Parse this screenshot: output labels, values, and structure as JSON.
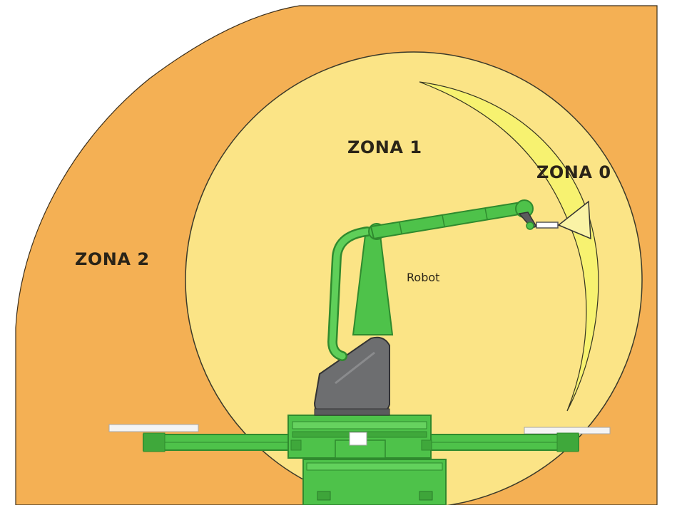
{
  "diagram": {
    "labels": {
      "zone_2": "ZONA 2",
      "zone_1": "ZONA 1",
      "zone_0": "ZONA 0",
      "robot": "Robot"
    }
  },
  "colors": {
    "zone_2_fill": "#f4b054",
    "zone_1_fill": "#fbe486",
    "zone_0_fill": "#f7f270",
    "robot_green": "#4ec24a",
    "robot_green_dark": "#2f8a2e",
    "robot_gray": "#6d6e70",
    "tool_cone": "#faf3a6",
    "platform_white": "#f4f4f4"
  }
}
